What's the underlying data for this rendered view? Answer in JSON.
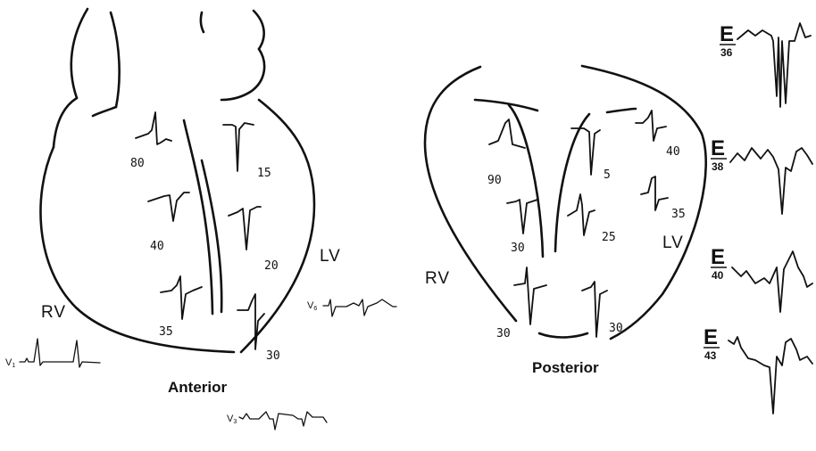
{
  "anterior": {
    "caption": "Anterior",
    "rv_label": "RV",
    "lv_label": "LV",
    "electrode_values": [
      "80",
      "15",
      "40",
      "20",
      "35",
      "30"
    ],
    "lead_v1": {
      "prefix": "V",
      "suffix": "1"
    },
    "lead_v6": {
      "prefix": "V",
      "suffix": "6"
    },
    "lead_v3": {
      "prefix": "V",
      "suffix": "3"
    }
  },
  "posterior": {
    "caption": "Posterior",
    "rv_label": "RV",
    "lv_label": "LV",
    "electrode_values": [
      "90",
      "5",
      "40",
      "35",
      "30",
      "25",
      "30",
      "30"
    ]
  },
  "esophageal_leads": [
    {
      "letter": "E",
      "number": "36"
    },
    {
      "letter": "E",
      "number": "38"
    },
    {
      "letter": "E",
      "number": "40"
    },
    {
      "letter": "E",
      "number": "43"
    }
  ]
}
